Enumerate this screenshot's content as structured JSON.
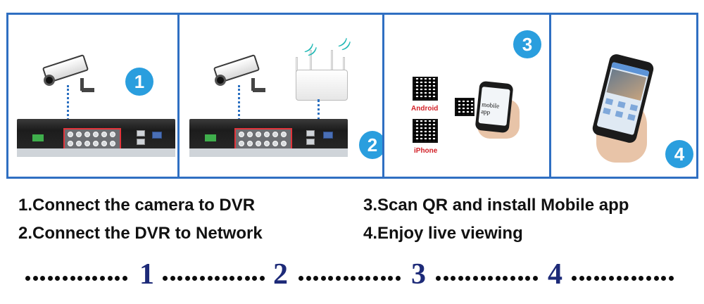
{
  "panels": [
    {
      "badge": "1"
    },
    {
      "badge": "2"
    },
    {
      "badge": "3",
      "qr_labels": [
        "Android",
        "iPhone"
      ],
      "screen_text": "mobile app"
    },
    {
      "badge": "4"
    }
  ],
  "steps": [
    "1.Connect the camera to DVR",
    "2.Connect the DVR to Network",
    "3.Scan QR and install Mobile app",
    "4.Enjoy live viewing"
  ],
  "progress": [
    "1",
    "2",
    "3",
    "4"
  ],
  "colors": {
    "frame": "#2f6fc2",
    "badge": "#2a9ede",
    "highlight": "#e2343b",
    "number": "#1d2a78"
  }
}
